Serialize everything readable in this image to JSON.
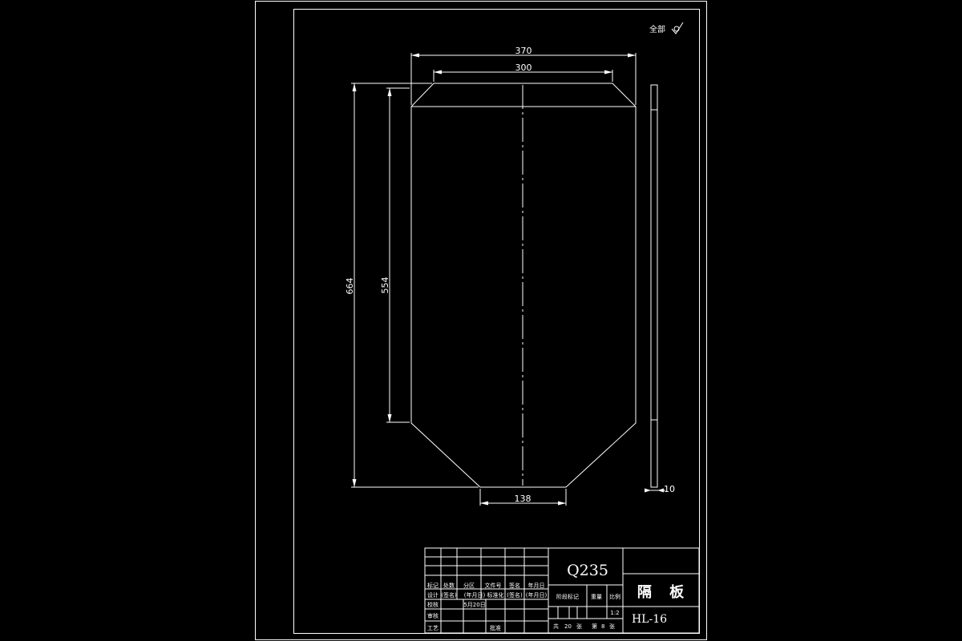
{
  "roughness": {
    "label": "全部"
  },
  "dimensions": {
    "top_width": "370",
    "top_inner": "300",
    "bottom_width": "138",
    "height_overall": "664",
    "height_inner": "554",
    "thickness": "10"
  },
  "title_block": {
    "material": "Q235",
    "part_name": "隔 板",
    "drawing_no": "HL-16",
    "headers": [
      "标记",
      "处数",
      "分区",
      "文件号",
      "签名",
      "年月日"
    ],
    "role_design": "设计",
    "role_check": "校核",
    "role_review": "审核",
    "role_process": "工艺",
    "sign_note": "(签名)",
    "date_note": "(年月日)",
    "std_note": "标准化",
    "sign_note2": "(签名)",
    "date_note2": "(年月日)",
    "check_date": "5月20日",
    "approve": "批准",
    "stage_mark": "阶段标记",
    "weight": "重量",
    "scale": "比例",
    "scale_value": "1:2",
    "sheet_total_prefix": "共",
    "sheet_total": "20",
    "sheet_unit": "张",
    "sheet_no_prefix": "第",
    "sheet_no": "8",
    "sheet_no_unit": "张"
  }
}
